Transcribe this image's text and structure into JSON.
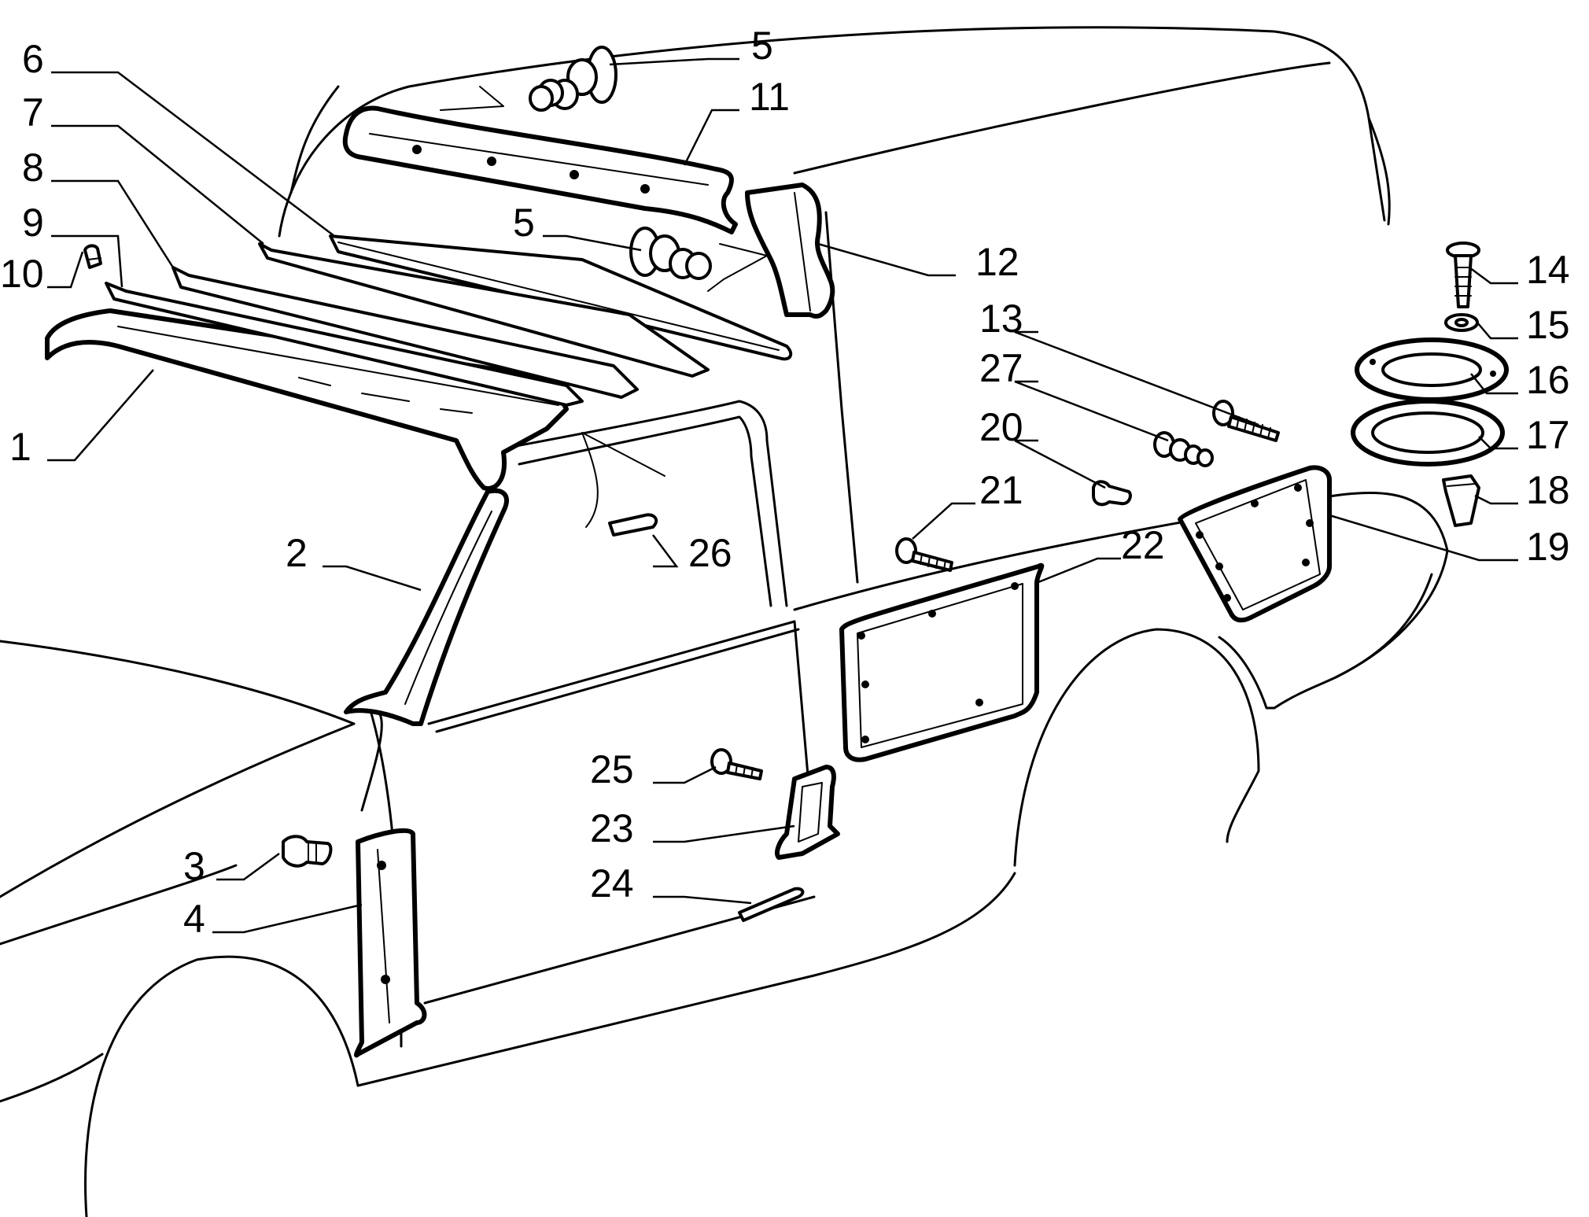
{
  "callouts": [
    "1",
    "2",
    "3",
    "4",
    "5",
    "5",
    "6",
    "7",
    "8",
    "9",
    "10",
    "11",
    "12",
    "13",
    "14",
    "15",
    "16",
    "17",
    "18",
    "19",
    "20",
    "21",
    "22",
    "23",
    "24",
    "25",
    "26",
    "27"
  ]
}
